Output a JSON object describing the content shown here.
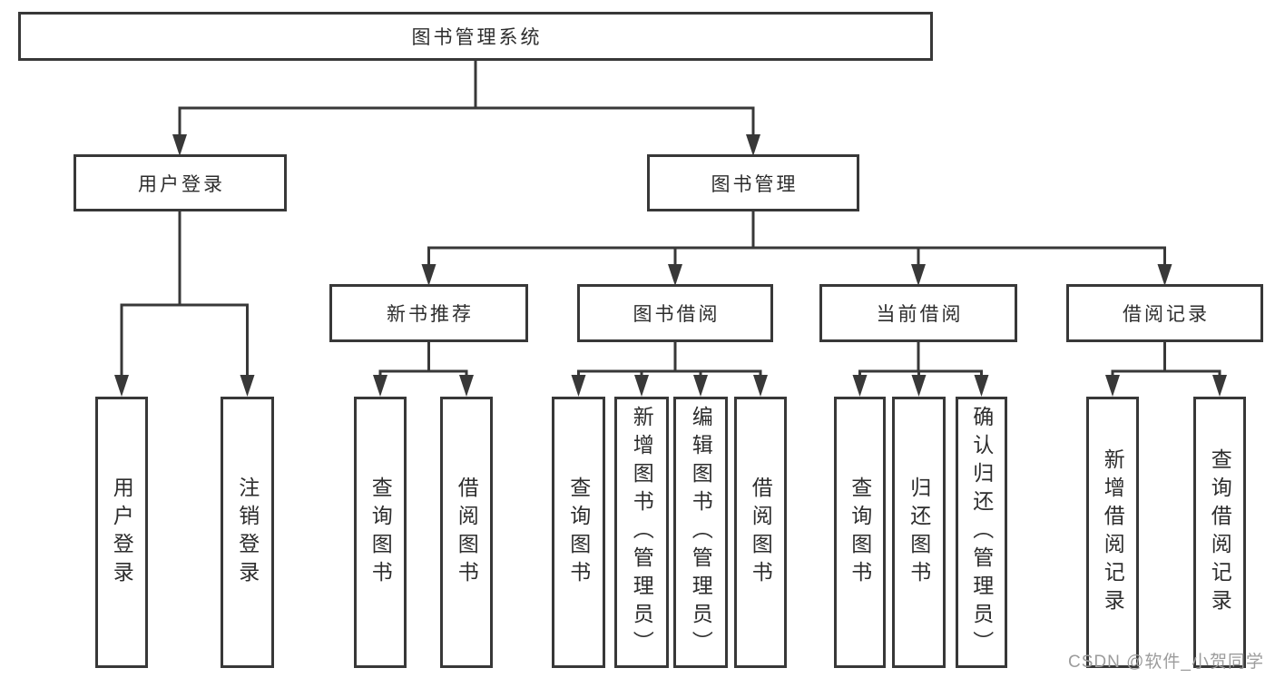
{
  "nodes": {
    "root": "图书管理系统",
    "user_login_group": "用户登录",
    "book_management": "图书管理",
    "user_login": "用户登录",
    "logout": "注销登录",
    "new_book_recommend": "新书推荐",
    "book_borrow": "图书借阅",
    "current_borrow": "当前借阅",
    "borrow_records": "借阅记录",
    "rec_query_book": "查询图书",
    "rec_borrow_book": "借阅图书",
    "bb_query_book": "查询图书",
    "bb_add_book": "新增图书（管理员）",
    "bb_edit_book": "编辑图书（管理员）",
    "bb_borrow_book": "借阅图书",
    "cb_query_book": "查询图书",
    "cb_return_book": "归还图书",
    "cb_confirm_return": "确认归还（管理员）",
    "br_add_record": "新增借阅记录",
    "br_query_record": "查询借阅记录"
  },
  "watermark": "CSDN @软件_小贺同学",
  "colors": {
    "line": "#383838",
    "text": "#2d2d2d",
    "watermark": "#9c9c9c",
    "background": "#ffffff"
  }
}
